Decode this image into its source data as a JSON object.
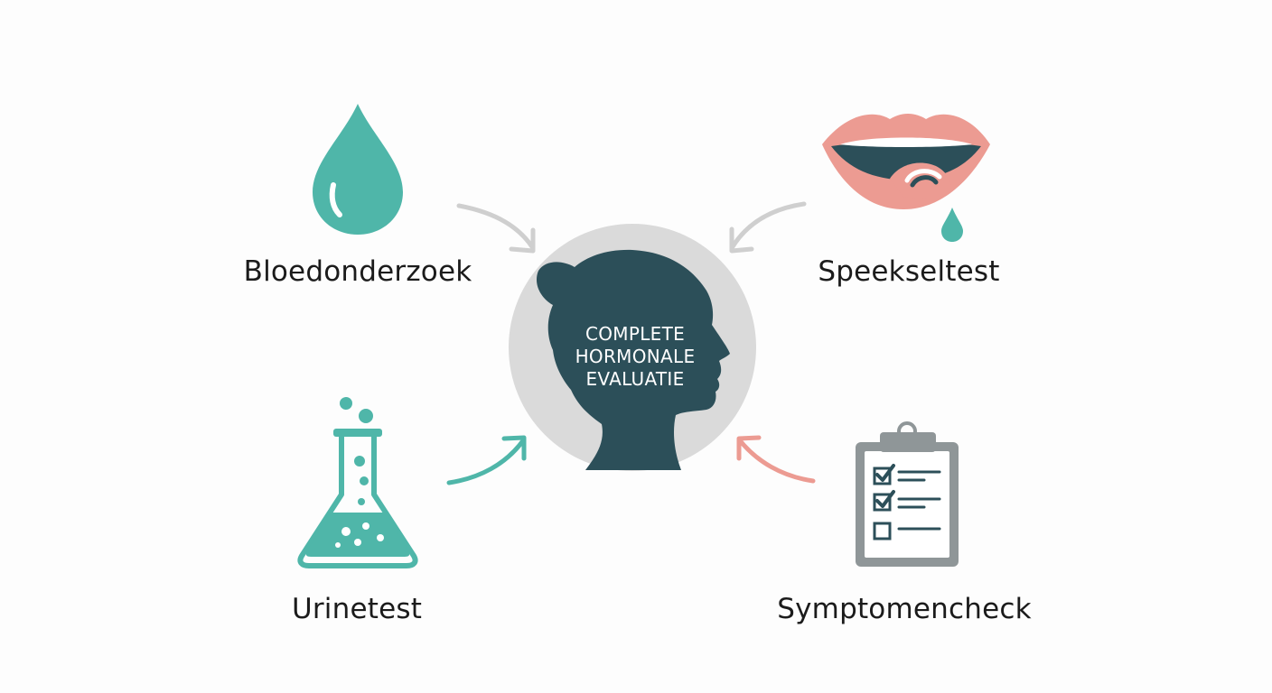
{
  "center": {
    "title_lines": [
      "COMPLETE",
      "HORMONALE",
      "EVALUATIE"
    ]
  },
  "inputs": [
    {
      "label": "Bloedonderzoek",
      "icon": "blood-drop-icon",
      "arrow_color": "#cfcfcf"
    },
    {
      "label": "Speekseltest",
      "icon": "saliva-mouth-icon",
      "arrow_color": "#cfcfcf"
    },
    {
      "label": "Urinetest",
      "icon": "flask-icon",
      "arrow_color": "#4fb6a9"
    },
    {
      "label": "Symptomencheck",
      "icon": "clipboard-checklist-icon",
      "arrow_color": "#ec9b92"
    }
  ],
  "colors": {
    "teal": "#4fb6a9",
    "dark_teal": "#2c4f59",
    "gray_circle": "#dadada",
    "lip_pink": "#ec9b92",
    "background": "#fdfdfd"
  }
}
